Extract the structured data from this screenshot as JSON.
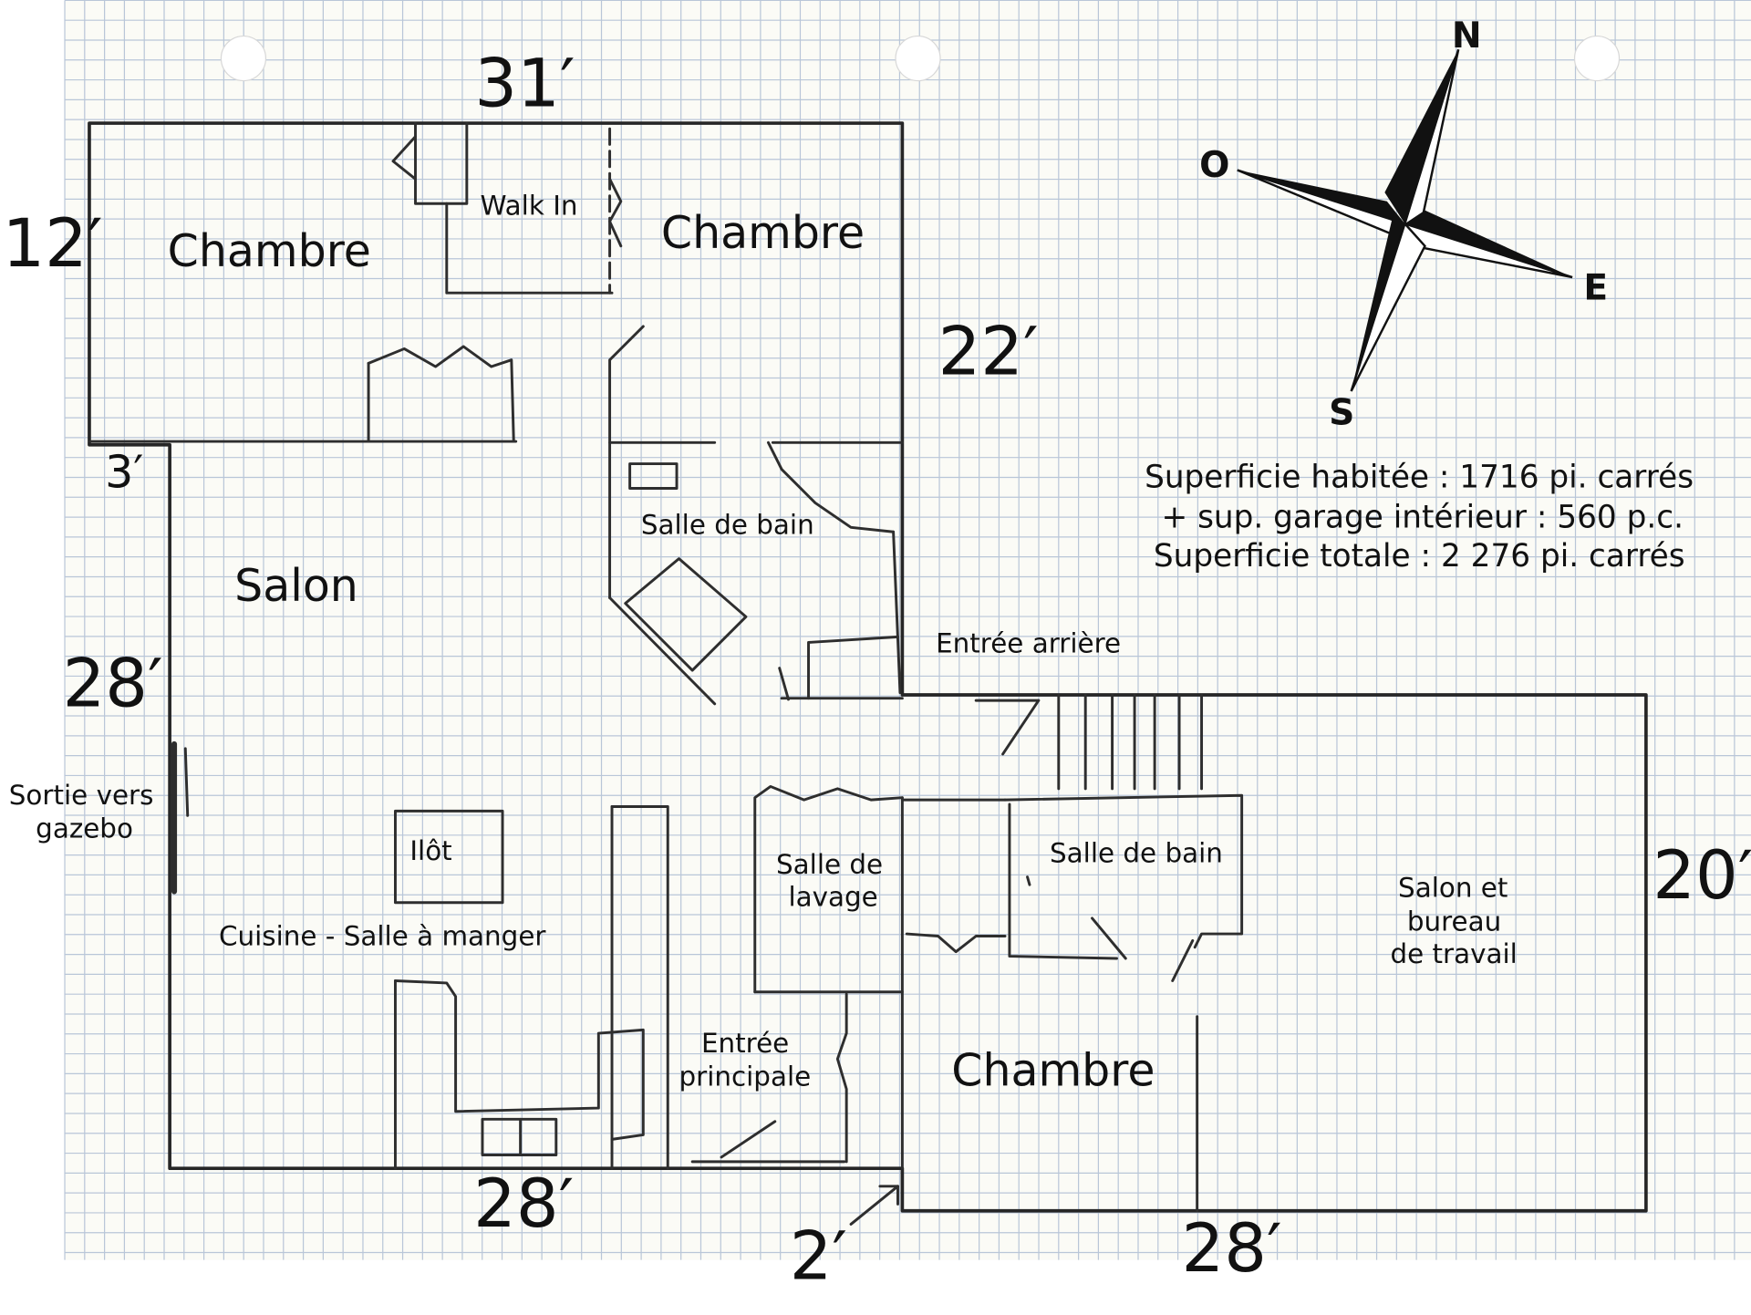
{
  "dimensions": {
    "top": "31′",
    "upper_left": "12′",
    "upper_right": "22′",
    "step_left": "3′",
    "mid_left": "28′",
    "bottom_left": "28′",
    "bottom_step": "2′",
    "right": "20′",
    "bottom_right": "28′"
  },
  "rooms": {
    "chambre_nw": "Chambre",
    "walk_in": "Walk In",
    "chambre_n": "Chambre",
    "salle_de_bain_1": "Salle de bain",
    "salon": "Salon",
    "entree_arriere": "Entrée arrière",
    "sortie_line1": "Sortie vers",
    "sortie_line2": "gazebo",
    "ilot": "Ilôt",
    "cuisine": "Cuisine - Salle à manger",
    "lavage_line1": "Salle de",
    "lavage_line2": "lavage",
    "salle_de_bain_2": "Salle de bain",
    "bureau_line1": "Salon et",
    "bureau_line2": "bureau",
    "bureau_line3": "de travail",
    "entree_line1": "Entrée",
    "entree_line2": "principale",
    "chambre_se": "Chambre"
  },
  "compass": {
    "n": "N",
    "o": "O",
    "e": "E",
    "s": "S"
  },
  "stats": {
    "line1": "Superficie habitée : 1716 pi. carrés",
    "line2": "+ sup. garage intérieur : 560 p.c.",
    "line3": "Superficie totale : 2 276 pi. carrés"
  }
}
